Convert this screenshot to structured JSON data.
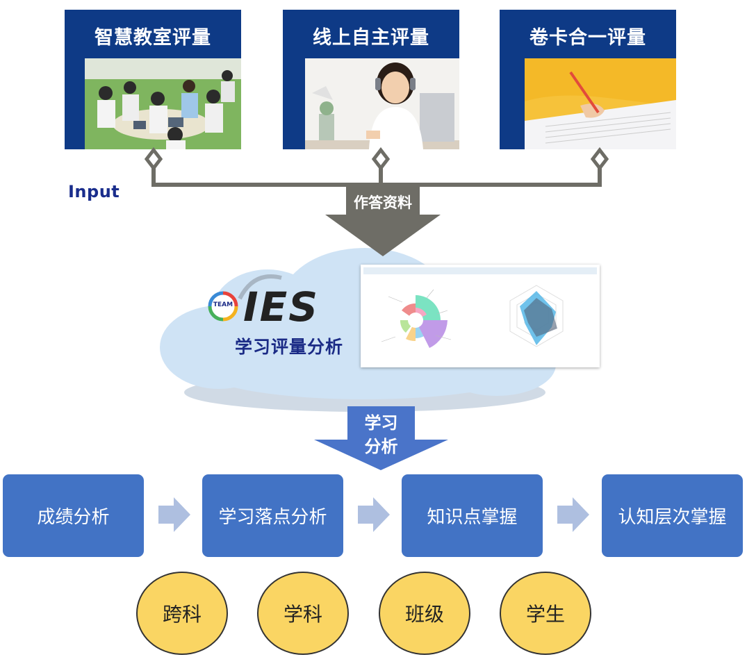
{
  "inputs": [
    {
      "title": "智慧教室评量"
    },
    {
      "title": "线上自主评量"
    },
    {
      "title": "卷卡合一评量"
    }
  ],
  "input_label": "Input",
  "flow_arrow_label": "作答资料",
  "platform": {
    "logo_badge": "TEAM",
    "name": "IES",
    "subtitle": "学习评量分析"
  },
  "analysis_arrow_label": {
    "line1": "学习",
    "line2": "分析"
  },
  "steps": [
    "成绩分析",
    "学习落点分析",
    "知识点掌握",
    "认知层次掌握"
  ],
  "levels": [
    "跨科",
    "学科",
    "班级",
    "学生"
  ],
  "colors": {
    "card_bg": "#0e3a86",
    "step_bg": "#4273c5",
    "circle_bg": "#fad563",
    "gray_arrow": "#6e6d66",
    "blue_arrow": "#4a74c9",
    "cloud": "#cfe3f5"
  }
}
